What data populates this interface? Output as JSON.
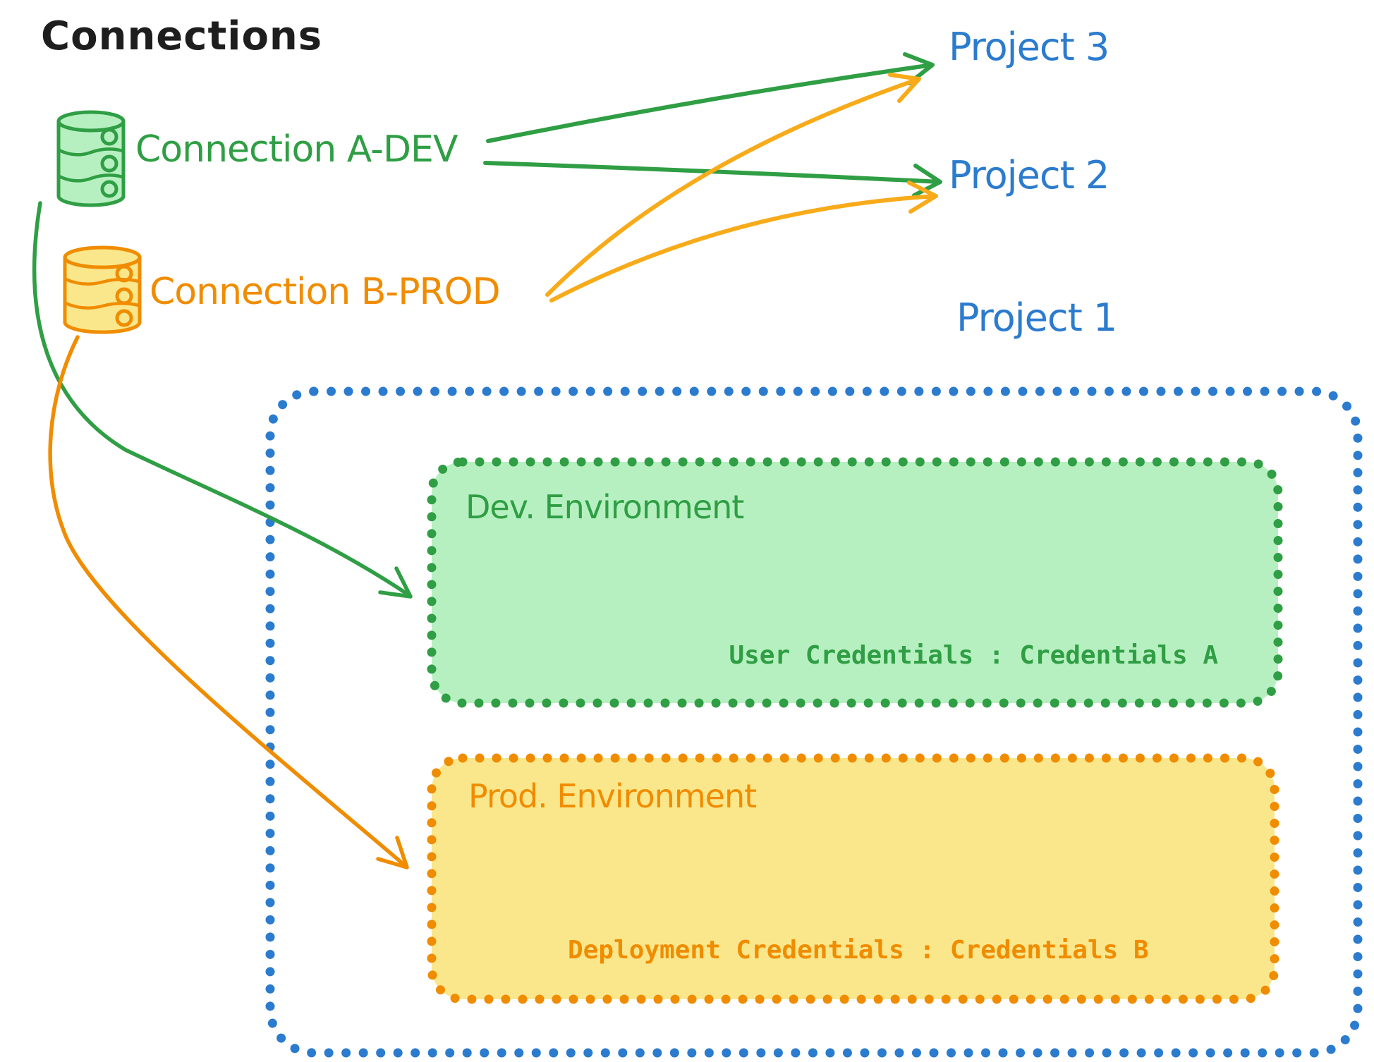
{
  "title": "Connections",
  "connections": [
    {
      "label": "Connection A-DEV"
    },
    {
      "label": "Connection B-PROD"
    }
  ],
  "projects": [
    {
      "label": "Project 3"
    },
    {
      "label": "Project 2"
    },
    {
      "label": "Project 1"
    }
  ],
  "environments": [
    {
      "label": "Dev. Environment",
      "credentials": "User Credentials : Credentials A"
    },
    {
      "label": "Prod. Environment",
      "credentials": "Deployment Credentials : Credentials B"
    }
  ],
  "colors": {
    "green": "#2f9e44",
    "green_fill": "#b7f0c0",
    "orange": "#f08c00",
    "orange_fill": "#fae78c",
    "orange_arrow": "#f8ab1a",
    "blue": "#2b7bce",
    "ink": "#1e1e1e"
  }
}
